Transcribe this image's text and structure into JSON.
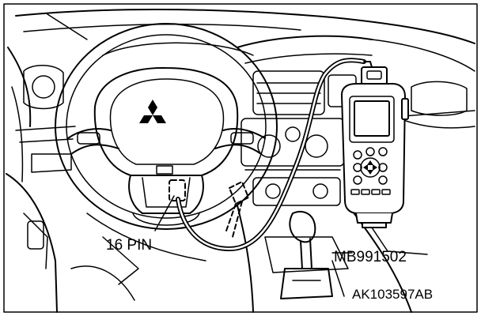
{
  "figure": {
    "connector_label": "16 PIN",
    "tool_label": "MB991502",
    "figure_code": "AK103597AB"
  },
  "colors": {
    "line": "#000000",
    "background": "#ffffff"
  },
  "parts": {
    "steering_wheel": "steering-wheel",
    "emblem": "mitsubishi-emblem-icon",
    "connector": "diagnosis-connector-16-pin",
    "tester": "scan-tool-mb991502",
    "gear_lever": "gear-shift-lever"
  }
}
